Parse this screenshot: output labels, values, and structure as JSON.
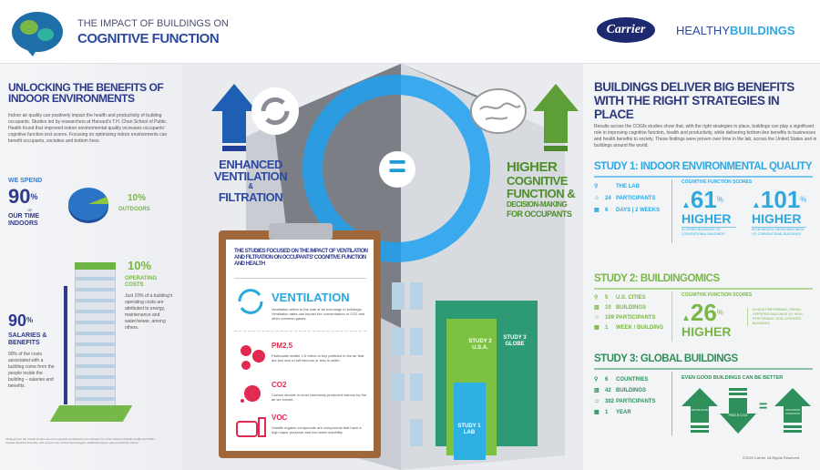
{
  "header": {
    "title_top": "THE IMPACT OF BUILDINGS ON",
    "title_bottom": "COGNITIVE FUNCTION",
    "brand_logo": "Carrier",
    "brand_healthy": "HEALTHY",
    "brand_buildings": "BUILDINGS"
  },
  "left": {
    "heading": "UNLOCKING THE BENEFITS OF INDOOR ENVIRONMENTS",
    "intro": "Indoor air quality can positively impact the health and productivity of building occupants. Studies led by researchers at Harvard's T.H. Chan School of Public Health found that improved indoor environmental quality increases occupants' cognitive function test scores. Focusing on optimizing indoor environments can benefit occupants, societies and bottom lines.",
    "we_spend": "WE SPEND",
    "indoor_pct": "90",
    "pct": "%",
    "of": "OF",
    "our_time_indoors": "OUR TIME INDOORS",
    "outdoor_pct": "10%",
    "outdoors": "OUTDOORS",
    "indoor_fraction": 0.9,
    "op_pct": "10%",
    "op_label": "OPERATING COSTS",
    "op_text": "Just 10% of a building's operating costs are attributed to energy, maintenance and water/sewer, among others.",
    "sal_pct": "90",
    "sal_label": "SALARIES & BENEFITS",
    "sal_text": "90% of the costs associated with a building come from the people inside the building – salaries and benefits.",
    "footnote": "Findings from the COGfx studies are from research conducted by the Harvard T.H. Chan School of Public Health and SUNY Upstate Medical University, with support from United Technologies. Additional support was provided by Carrier."
  },
  "center": {
    "left_label": [
      "ENHANCED",
      "VENTILATION",
      "&",
      "FILTRATION"
    ],
    "right_label": [
      "HIGHER",
      "COGNITIVE",
      "FUNCTION &",
      "DECISION-MAKING",
      "FOR OCCUPANTS"
    ],
    "equals": "=",
    "clipboard": {
      "heading": "THE STUDIES FOCUSED ON THE IMPACT OF VENTILATION AND FILTRATION ON OCCUPANTS' COGNITIVE FUNCTION AND HEALTH",
      "items": [
        {
          "title": "VENTILATION",
          "text": "Ventilation refers to the rate of air exchange in buildings. Ventilation rates can impact the concentration of CO2 and other common gases."
        },
        {
          "title": "PM2.5",
          "text": "Particulate matter 2.5 refers to tiny particles in the air that are two and a half microns or less in width."
        },
        {
          "title": "CO2",
          "text": "Carbon dioxide is most commonly produced indoors by the air we exhale."
        },
        {
          "title": "VOC",
          "text": "Volatile organic compounds are compounds that have a high vapor pressure and low water solubility."
        }
      ]
    },
    "blocks": [
      {
        "label": "STUDY 1 LAB"
      },
      {
        "label": "STUDY 2 U.S.A."
      },
      {
        "label": "STUDY 3 GLOBE"
      }
    ]
  },
  "right": {
    "heading": "BUILDINGS DELIVER BIG BENEFITS WITH THE RIGHT STRATEGIES IN PLACE",
    "intro": "Results across the COGfx studies show that, with the right strategies in place, buildings can play a significant role in improving cognitive function, health and productivity, while delivering bottom-line benefits to businesses and health benefits to society. These findings were proven over time in the lab, across the United States and in buildings around the world.",
    "study1": {
      "title": "STUDY 1: INDOOR ENVIRONMENTAL QUALITY",
      "stats": [
        [
          "",
          "THE LAB"
        ],
        [
          "24",
          "PARTICIPANTS"
        ],
        [
          "6",
          "DAYS | 2 WEEKS"
        ]
      ],
      "scores_label": "COGNITIVE FUNCTION SCORES",
      "score1": "61",
      "score1_sub": "IN GREEN BUILDINGS VS. CONVENTIONAL BUILDINGS",
      "score2": "101",
      "score2_sub": "IN ENHANCED GREEN BUILDINGS VS. CONVENTIONAL BUILDINGS",
      "pct": "%",
      "higher": "HIGHER"
    },
    "study2": {
      "title": "STUDY 2: BUILDINGOMICS",
      "stats": [
        [
          "5",
          "U.S. CITIES"
        ],
        [
          "10",
          "BUILDINGS"
        ],
        [
          "109",
          "PARTICIPANTS"
        ],
        [
          "1",
          "WEEK / BUILDING"
        ]
      ],
      "scores_label": "COGNITIVE FUNCTION SCORES",
      "score": "26",
      "pct": "%",
      "higher": "HIGHER",
      "score_sub": "IN HIGH-PERFORMING, GREEN-CERTIFIED BUILDINGS VS. HIGH-PERFORMING, NON-CERTIFIED BUILDINGS"
    },
    "study3": {
      "title": "STUDY 3: GLOBAL BUILDINGS",
      "stats": [
        [
          "6",
          "COUNTRIES"
        ],
        [
          "42",
          "BUILDINGS"
        ],
        [
          "302",
          "PARTICIPANTS"
        ],
        [
          "1",
          "YEAR"
        ]
      ],
      "better_label": "EVEN GOOD BUILDINGS CAN BE BETTER",
      "arrows": [
        "VENTILATION",
        "PM2.5 CO2",
        "COGNITIVE FUNCTION"
      ],
      "equals": "="
    },
    "copyright": "©2020 Carrier. All Rights Reserved."
  },
  "colors": {
    "navy": "#2d3a8c",
    "blue": "#1e9bd7",
    "green": "#7ab648",
    "teal": "#2f8f5b",
    "red": "#e2294f"
  }
}
